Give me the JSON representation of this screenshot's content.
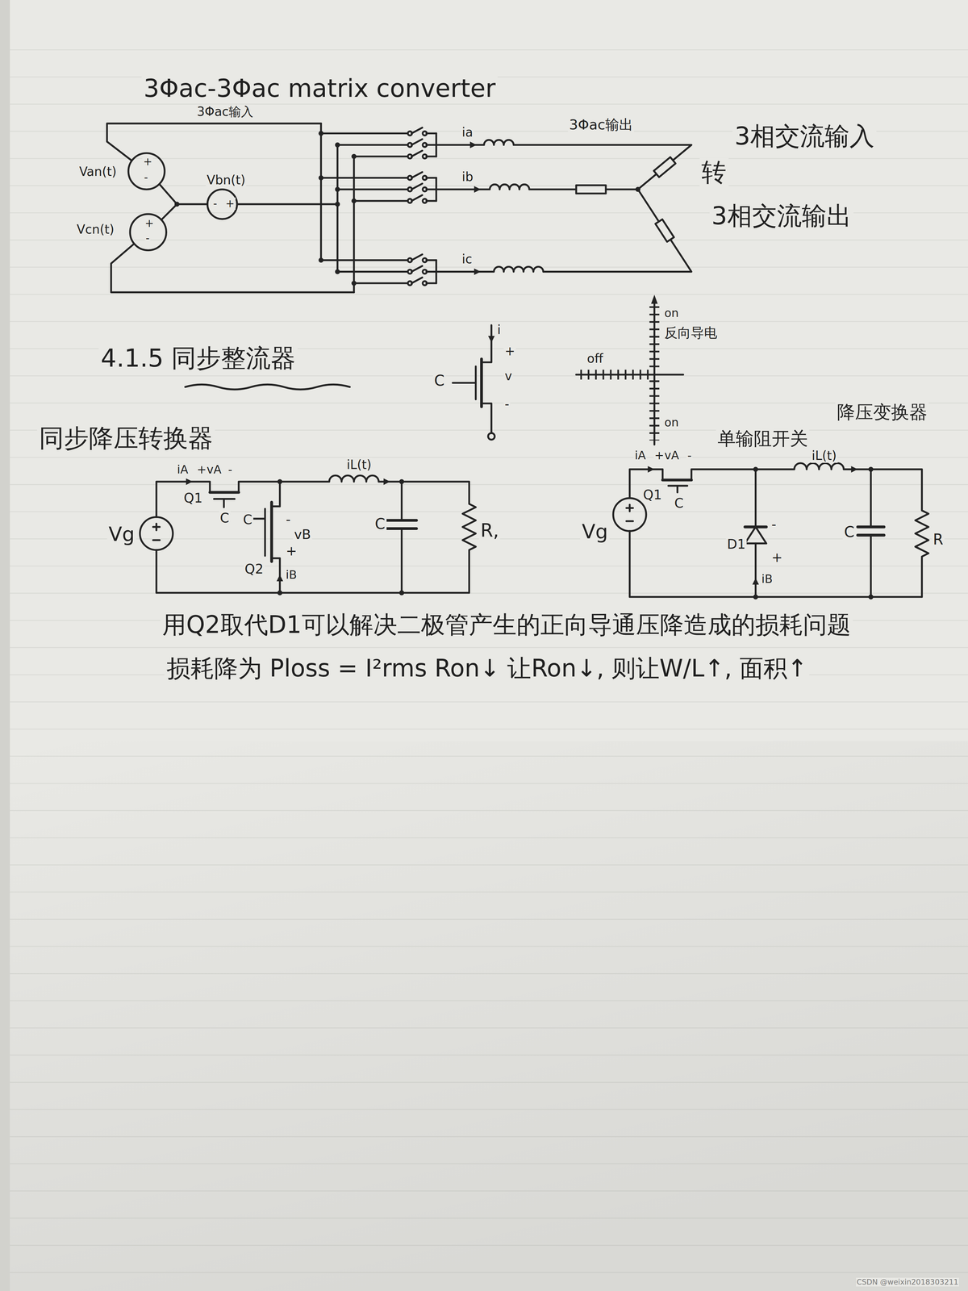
{
  "diagram": {
    "title": "3Φac-3Φac matrix converter",
    "labels": [
      "3Φac输入",
      "3Φac输出",
      "3相交流输入",
      "转",
      "3相交流输出",
      "Van(t)",
      "+",
      "-",
      "Vbn(t)",
      "-",
      "+",
      "Vcn(t)",
      "+",
      "-",
      "ia",
      "ib",
      "ic",
      "4.1.5 同步整流器",
      "C",
      "i",
      "+",
      "v",
      "-",
      "off",
      "on",
      "反向导电",
      "on",
      "同步降压转换器",
      "iA",
      "+",
      "vA",
      "-",
      "Vg",
      "Q1",
      "C",
      "C",
      "-",
      "vB",
      "+",
      "Q2",
      "iB",
      "iL(t)",
      "C",
      "R,",
      "单输阻开关",
      "降压变换器",
      "iA",
      "+",
      "vA",
      "-",
      "Vg",
      "Q1",
      "C",
      "-",
      "+",
      "D1",
      "iB",
      "iL(t)",
      "C",
      "R",
      "用Q2取代D1可以解决二极管产生的正向导通压降造成的损耗问题",
      "损耗降为 Ploss = I²rms Ron↓ 让Ron↓, 则让W/L↑, 面积↑",
      "CSDN @weixin2018303211"
    ]
  }
}
